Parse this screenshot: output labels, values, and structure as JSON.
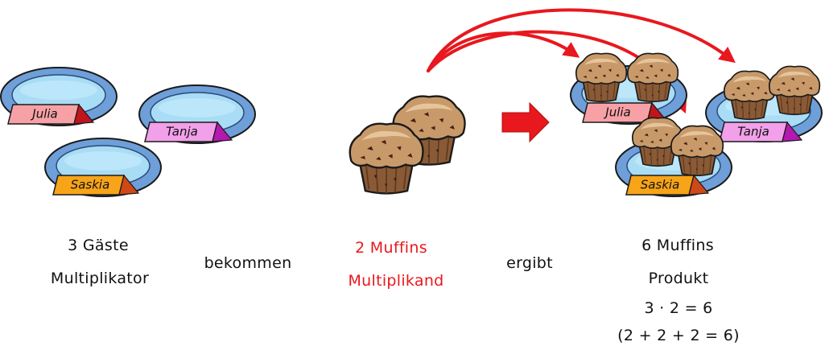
{
  "guests": [
    "Julia",
    "Tanja",
    "Saskia"
  ],
  "captions": {
    "guests_count": "3 Gäste",
    "multiplier": "Multiplikator",
    "receive": "bekommen",
    "muffins_count": "2 Muffins",
    "multiplicand": "Multiplikand",
    "results_in": "ergibt",
    "product_count": "6 Muffins",
    "product": "Produkt",
    "equation": "3 · 2 = 6",
    "sum": "(2 + 2 + 2 = 6)"
  },
  "colors": {
    "plate_rim": "#6f9fd8",
    "plate_center": "#a9dcf5",
    "tag_julia": "#f7a1a6",
    "tag_tanja": "#f2a0ea",
    "tag_saskia": "#f7a418",
    "arrow": "#e8181e",
    "muffin_top": "#c89a6a",
    "muffin_base": "#8a5a36"
  }
}
